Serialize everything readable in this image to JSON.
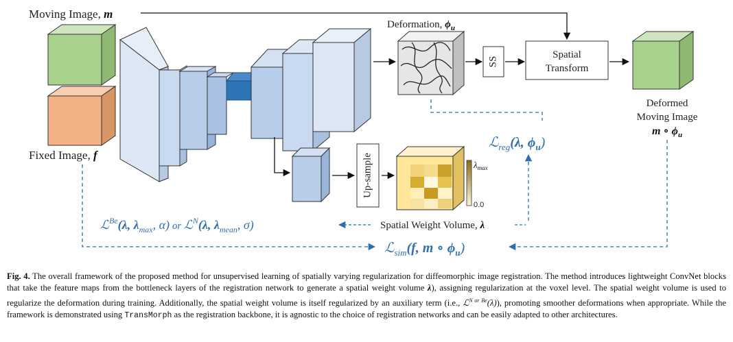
{
  "labels": {
    "moving_prefix": "Moving Image, ",
    "moving_sym": "m",
    "fixed_prefix": "Fixed Image, ",
    "fixed_sym": "f",
    "deformation_prefix": "Deformation, ",
    "deformation_sym": "ϕ",
    "deformation_sub": "u",
    "ss": "SS",
    "spatial_transform_1": "Spatial",
    "spatial_transform_2": "Transform",
    "deformed_1": "Deformed",
    "deformed_2": "Moving Image",
    "deformed_sym": "m ∘ ϕ",
    "deformed_sub": "u",
    "upsample": "Up-sample",
    "lambda_max": "λ",
    "lambda_max_sub": "max",
    "zero": "0.0",
    "swv_text": "Spatial Weight Volume, ",
    "swv_sym": "λ"
  },
  "formulas": {
    "reg": {
      "L": "ℒ",
      "sub": "reg",
      "args": "(λ, ϕ",
      "args_sub": "u",
      "close": ")"
    },
    "be_n": {
      "L1": "ℒ",
      "sup1": "Be",
      "args1": "(λ, λ",
      "sub1": "max",
      "tail1": ", α)",
      "or": " or ",
      "L2": "ℒ",
      "sup2": "N",
      "args2": "(λ, λ",
      "sub2": "mean",
      "tail2": ", σ)"
    },
    "sim": {
      "L": "ℒ",
      "sub": "sim",
      "args": "(f, m ∘ ϕ",
      "args_sub": "u",
      "close": ")"
    }
  },
  "caption": {
    "fig": "Fig. 4.",
    "part1": "  The overall framework of the proposed method for unsupervised learning of spatially varying regularization for diffeomorphic image registration. The method introduces lightweight ConvNet blocks that take the feature maps from the bottleneck layers of the registration network to generate a spatial weight volume ",
    "lam1": "λ",
    "part2": "), assigning regularization at the voxel level. The spatial weight volume is used to regularize the deformation during training. Additionally, the spatial weight volume is itself regularized by an auxiliary term (i.e., ",
    "lterm": "ℒ",
    "lsup": "N or Be",
    "lparen": "(λ)",
    "part3": "), promoting smoother deformations when appropriate. While the framework is demonstrated using ",
    "mono": "TransMorph",
    "part4": " as the registration backbone, it is agnostic to the choice of registration networks and can be easily adapted to other architectures."
  },
  "colors": {
    "moving_cube": "#a9d18e",
    "fixed_cube": "#f4b183",
    "deformed_cube": "#a9d18e",
    "encoder_light": "#dce6f5",
    "bottleneck": "#2e75b6",
    "math_blue": "#2f6fad",
    "weight_yellow": "#ffe699"
  }
}
